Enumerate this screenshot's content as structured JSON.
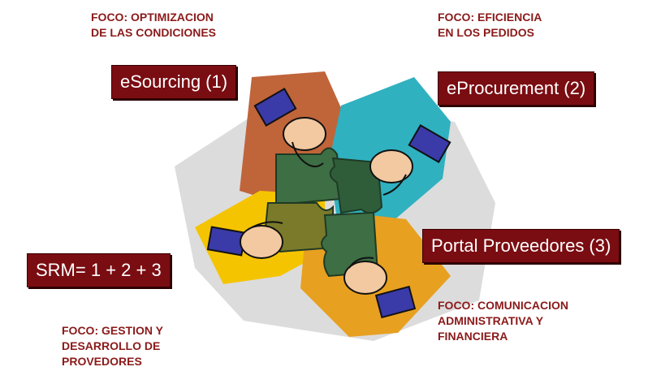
{
  "focus": {
    "top_left": "FOCO: OPTIMIZACION\nDE LAS CONDICIONES",
    "top_right": "FOCO: EFICIENCIA\nEN LOS PEDIDOS",
    "bottom_left": "FOCO: GESTION Y\nDESARROLLO DE\nPROVEDORES",
    "bottom_right": "FOCO: COMUNICACION\nADMINISTRATIVA Y\nFINANCIERA"
  },
  "labels": {
    "esourcing": "eSourcing (1)",
    "eprocurement": "eProcurement (2)",
    "portal": "Portal Proveedores (3)",
    "srm": "SRM= 1 + 2 + 3"
  },
  "colors": {
    "label_bg": "#7a0d12",
    "focus_text": "#8b1a1a",
    "brown": "#c0643a",
    "teal": "#2fb1c0",
    "yellow": "#f5c400",
    "orange": "#e8a020",
    "gray_bg": "#dcdcdc",
    "puzzle": "#2f5d3a"
  },
  "icons": [
    "hand-icon",
    "puzzle-piece-icon"
  ]
}
